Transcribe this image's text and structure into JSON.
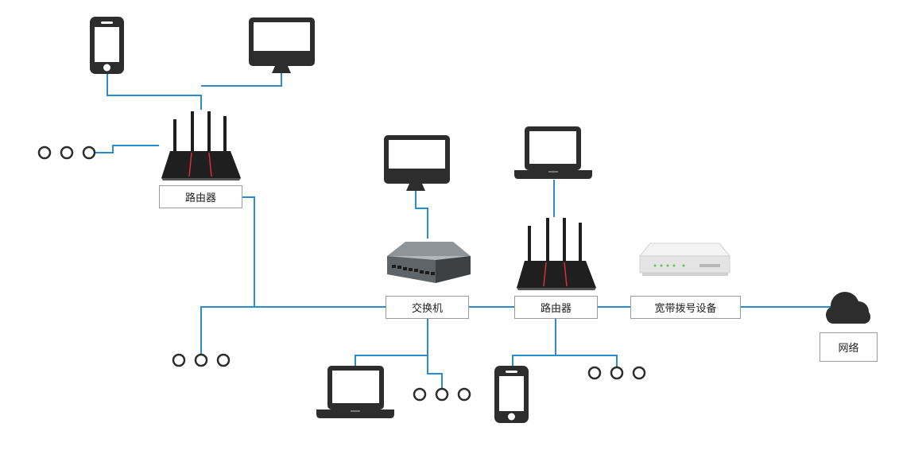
{
  "nodes": {
    "router_top": {
      "label": "路由器"
    },
    "switch": {
      "label": "交换机"
    },
    "router_center": {
      "label": "路由器"
    },
    "dialup": {
      "label": "宽带拨号设备"
    },
    "internet": {
      "label": "网络"
    }
  },
  "colors": {
    "link": "#2b8ccc",
    "device": "#2d2d2d",
    "box_border": "#9a9a9a",
    "router_accent": "#d8303a"
  },
  "icons": [
    "phone-icon",
    "monitor-icon",
    "laptop-icon",
    "router-icon",
    "switch-icon",
    "modem-icon",
    "cloud-icon",
    "more-dots-icon"
  ]
}
